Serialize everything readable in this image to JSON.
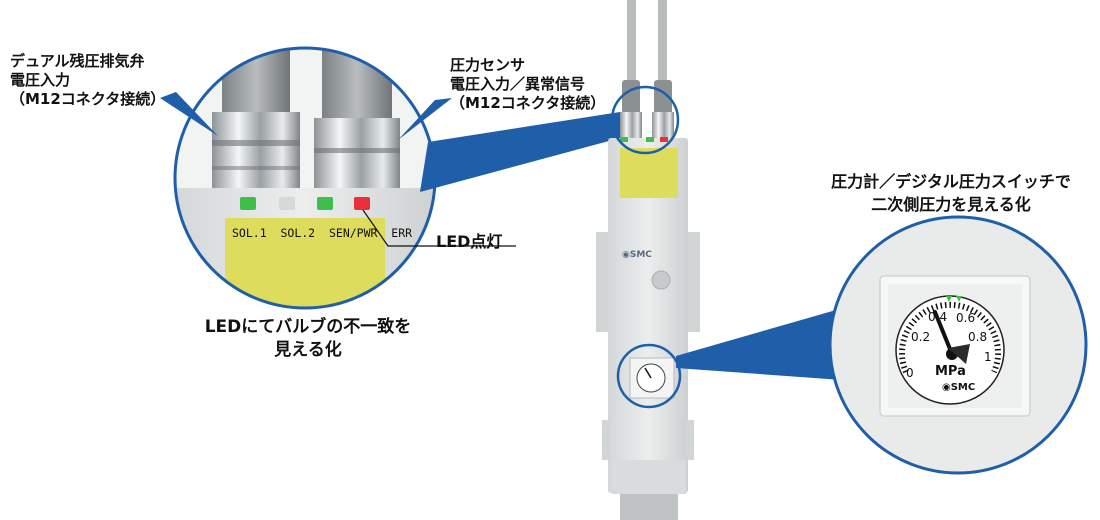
{
  "callouts": {
    "valve_connector": {
      "lines": [
        "デュアル残圧排気弁",
        "電圧入力",
        "（M12コネクタ接続）"
      ]
    },
    "sensor_connector": {
      "lines": [
        "圧力センサ",
        "電圧入力／異常信号",
        "（M12コネクタ接続）"
      ]
    },
    "led": {
      "label": "LED点灯"
    },
    "gauge": {
      "lines": [
        "圧力計／デジタル圧力スイッチで",
        "二次側圧力を見える化"
      ]
    }
  },
  "led_caption": {
    "lines": [
      "LEDにてバルブの不一致を",
      "見える化"
    ]
  },
  "led_panel": {
    "labels": [
      "SOL.1",
      "SOL.2",
      "SEN/PWR",
      "ERR"
    ],
    "colors": {
      "sol1": "#3fbf4a",
      "sol2": "#d8d8d8",
      "sen_pwr": "#3fbf4a",
      "err": "#e8303a"
    }
  },
  "gauge": {
    "ticks": [
      "0",
      "0.2",
      "0.4",
      "0.6",
      "0.8",
      "1"
    ],
    "unit": "MPa",
    "brand": "SMC"
  },
  "device": {
    "brand": "SMC"
  },
  "colors": {
    "accent": "#1f5ea8",
    "label_panel": "#dedc5c",
    "body": "#e4e6e6"
  }
}
